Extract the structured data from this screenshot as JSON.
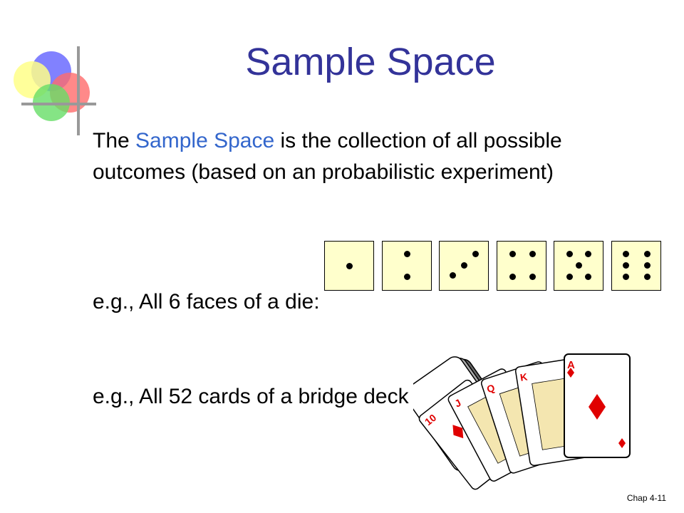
{
  "slide": {
    "title": "Sample Space",
    "definition": {
      "pre": "The ",
      "highlight": "Sample Space",
      "post": " is the collection of all possible outcomes (based on an probabilistic experiment)"
    },
    "example_die": "e.g., All 6 faces of a die:",
    "example_deck": "e.g., All 52 cards of a bridge deck",
    "footer": "Chap 4-11"
  },
  "dice_faces": [
    1,
    2,
    3,
    4,
    5,
    6
  ],
  "colors": {
    "title": "#333399",
    "highlight": "#3366cc",
    "die_face": "#ffffcc",
    "card_red": "#e00000"
  },
  "cards_fan": [
    "10",
    "J",
    "Q",
    "K",
    "A"
  ]
}
